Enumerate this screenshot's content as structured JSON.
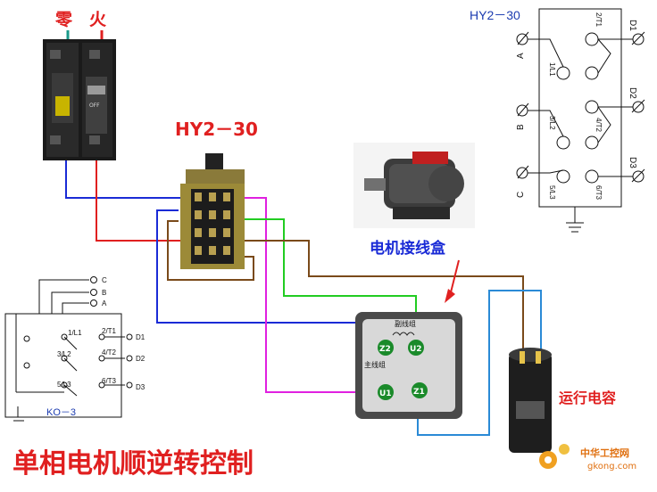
{
  "breaker": {
    "neutral_label": "零",
    "live_label": "火",
    "off_text": "OFF"
  },
  "switch_main": {
    "model": "HY2－30"
  },
  "schematic": {
    "model": "HY2－30",
    "lines": [
      "A",
      "B",
      "C"
    ],
    "inputs": [
      "1/L1",
      "3/L2",
      "5/L3"
    ],
    "outputs": [
      "2/T1",
      "4/T2",
      "6/T3"
    ],
    "motor_leads": [
      "D1",
      "D2",
      "D3"
    ]
  },
  "motor": {
    "caption": "电机接线盒",
    "winding_top": "副线组",
    "winding_left": "主线组",
    "terminals": [
      "Z2",
      "U2",
      "U1",
      "Z1"
    ]
  },
  "capacitor": {
    "caption": "运行电容"
  },
  "small_schematic": {
    "model": "KO－3",
    "lines": [
      "C",
      "B",
      "A"
    ],
    "inputs": [
      "1/L1",
      "3/L2",
      "5/L3"
    ],
    "outputs": [
      "2/T1",
      "4/T2",
      "6/T3"
    ],
    "motor_leads": [
      "D1",
      "D2",
      "D3"
    ]
  },
  "title": "单相电机顺逆转控制",
  "watermark": {
    "cn": "中华工控网",
    "url": "gkong.com"
  },
  "colors": {
    "title_red": "#e02020",
    "wire_blue": "#1a2bd6",
    "wire_red": "#e02020",
    "wire_green": "#22cc22",
    "wire_magenta": "#e020e0",
    "wire_brown": "#7a4a1a",
    "wire_lightblue": "#2a8ad6"
  }
}
